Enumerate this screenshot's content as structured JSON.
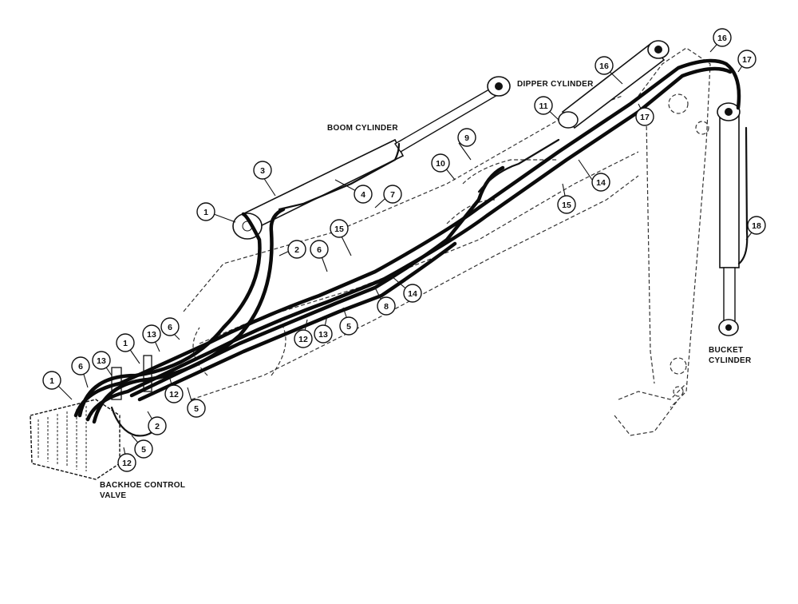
{
  "labels": {
    "boom_cylinder": "BOOM CYLINDER",
    "dipper_cylinder": "DIPPER CYLINDER",
    "bucket_cylinder_1": "BUCKET",
    "bucket_cylinder_2": "CYLINDER",
    "control_valve_1": "BACKHOE CONTROL",
    "control_valve_2": "VALVE"
  },
  "callouts": [
    "1",
    "2",
    "3",
    "4",
    "5",
    "6",
    "7",
    "8",
    "9",
    "10",
    "11",
    "12",
    "13",
    "14",
    "15",
    "16",
    "17",
    "18"
  ]
}
